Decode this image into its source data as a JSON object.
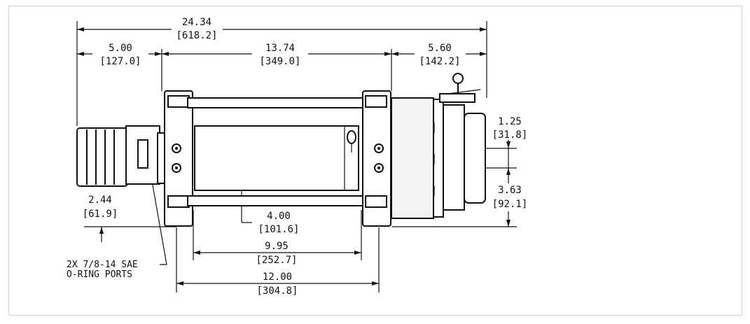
{
  "diagram": {
    "dimensions": [
      {
        "id": "overall-length",
        "inch": "24.34",
        "mm": "[618.2]"
      },
      {
        "id": "motor-length",
        "inch": "5.00",
        "mm": "[127.0]"
      },
      {
        "id": "drum-section-length",
        "inch": "13.74",
        "mm": "[349.0]"
      },
      {
        "id": "gearbox-length",
        "inch": "5.60",
        "mm": "[142.2]"
      },
      {
        "id": "mount-hole-spacing",
        "inch": "1.25",
        "mm": "[31.8]"
      },
      {
        "id": "mount-hole-height",
        "inch": "3.63",
        "mm": "[92.1]"
      },
      {
        "id": "motor-centerline-height",
        "inch": "2.44",
        "mm": "[61.9]"
      },
      {
        "id": "drum-diameter",
        "inch": "4.00",
        "mm": "[101.6]"
      },
      {
        "id": "drum-length",
        "inch": "9.95",
        "mm": "[252.7]"
      },
      {
        "id": "mount-length",
        "inch": "12.00",
        "mm": "[304.8]"
      }
    ],
    "note": {
      "line1": "2X 7/8-14 SAE",
      "line2": "O-RING PORTS"
    }
  }
}
